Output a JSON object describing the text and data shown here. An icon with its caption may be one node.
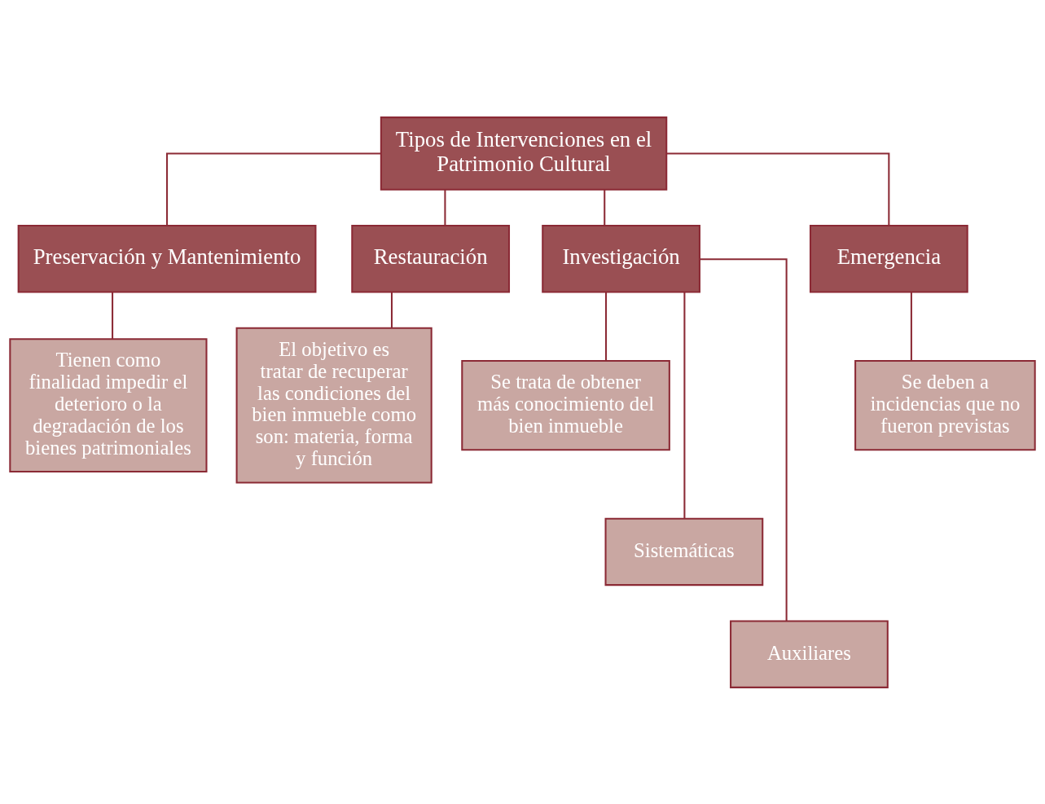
{
  "diagram": {
    "nodes": [
      {
        "text": [
          "Tipos de Intervenciones en el Patrimonio Cultural"
        ]
      },
      {
        "text": [
          "Preservación y Mantenimiento"
        ]
      },
      {
        "text": [
          "Restauración"
        ]
      },
      {
        "text": [
          "Investigación"
        ]
      },
      {
        "text": [
          "Emergencia"
        ]
      },
      {
        "text": [
          "Tienen como finalidad impedir el deterioro o la degradación de los bienes patrimoniales"
        ]
      },
      {
        "text": [
          "El objetivo es tratar de recuperar las condiciones del bien inmueble como son: materia, forma y función"
        ]
      },
      {
        "text": [
          "Se trata de obtener más conocimiento del bien inmueble"
        ]
      },
      {
        "text": [
          "Se deben a incidencias que no fueron previstas"
        ]
      },
      {
        "text": [
          "Sistemáticas"
        ]
      },
      {
        "text": [
          "Auxiliares"
        ]
      }
    ],
    "edges": [
      {
        "from": 0,
        "to": 1,
        "arrow": "none"
      },
      {
        "from": 0,
        "to": 2,
        "arrow": "none"
      },
      {
        "from": 0,
        "to": 3,
        "arrow": "none"
      },
      {
        "from": 0,
        "to": 4,
        "arrow": "none"
      },
      {
        "from": 1,
        "to": 5,
        "arrow": "none"
      },
      {
        "from": 2,
        "to": 6,
        "arrow": "none"
      },
      {
        "from": 3,
        "to": 7,
        "arrow": "none"
      },
      {
        "from": 3,
        "to": 9,
        "arrow": "none"
      },
      {
        "from": 3,
        "to": 10,
        "arrow": "none"
      },
      {
        "from": 4,
        "to": 8,
        "arrow": "none"
      }
    ]
  }
}
